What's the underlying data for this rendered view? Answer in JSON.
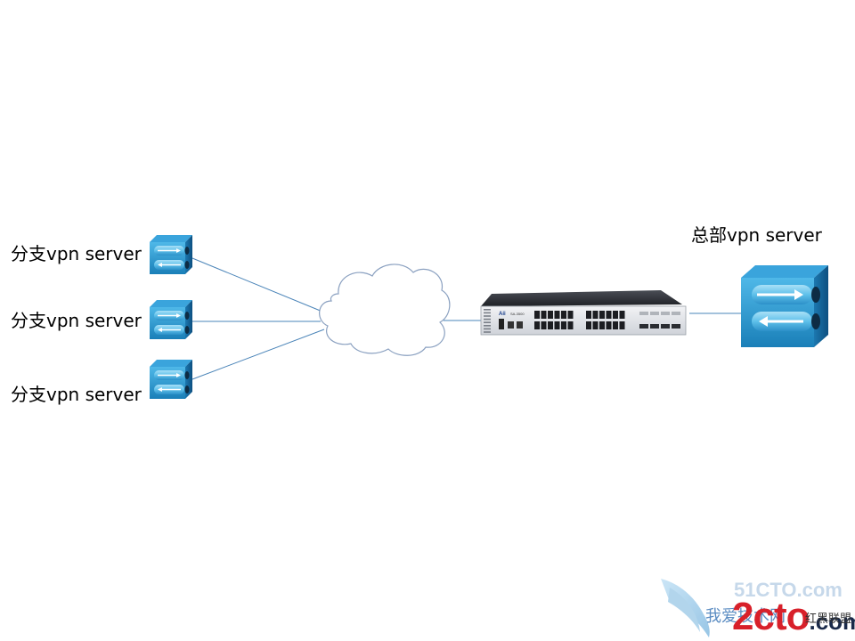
{
  "diagram": {
    "branch_servers": [
      {
        "label": "分支vpn server"
      },
      {
        "label": "分支vpn server"
      },
      {
        "label": "分支vpn server"
      }
    ],
    "hq_server": {
      "label": "总部vpn server"
    },
    "switch": {
      "brand_mark": "Aii",
      "model_text": "SA-3500"
    },
    "colors": {
      "server_blue": "#1e90c8",
      "server_dark": "#0d5a8c",
      "link_line": "#4a84b8",
      "cloud_stroke": "#8aa0c0",
      "switch_body": "#e4e6ea"
    }
  },
  "watermark": {
    "site_a": "51CTO.com",
    "site_b": "2cto",
    "site_b_suffix": ".com",
    "text_cn": "我爱技术网",
    "text_cn2": "红黑联盟"
  }
}
